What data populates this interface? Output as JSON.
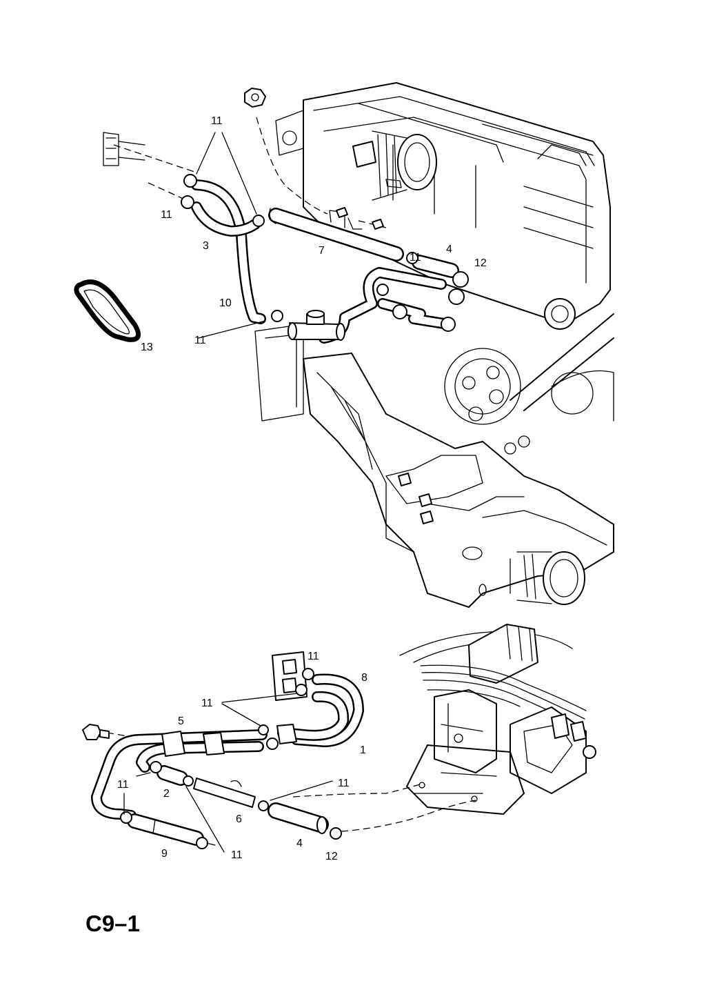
{
  "page_code": "C9–1",
  "callouts": {
    "top": {
      "c11a": "11",
      "c11b": "11",
      "c3": "3",
      "c7": "7",
      "c11c": "11",
      "c4": "4",
      "c12": "12",
      "c10": "10",
      "c11d": "11",
      "c13": "13"
    },
    "bottom": {
      "c11a": "11",
      "c8": "8",
      "c11b": "11",
      "c5": "5",
      "c1": "1",
      "c11c": "11",
      "c2": "2",
      "c11d": "11",
      "c6": "6",
      "c9": "9",
      "c11e": "11",
      "c4": "4",
      "c12": "12"
    }
  }
}
